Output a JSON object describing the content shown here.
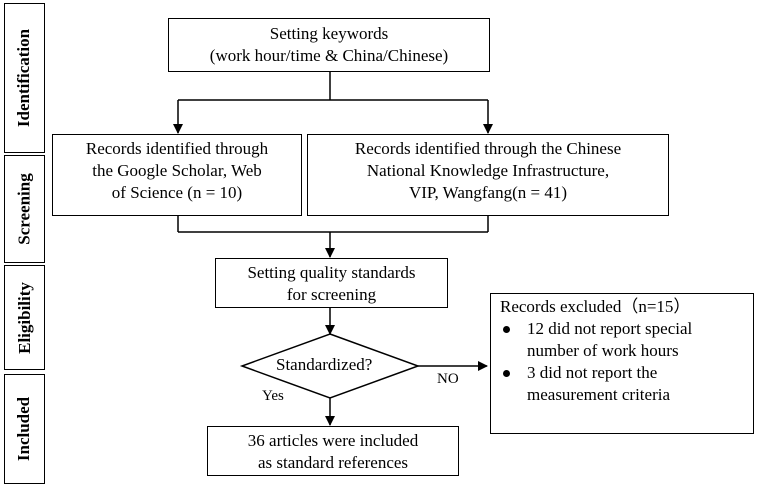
{
  "stages": [
    "Identification",
    "Screening",
    "Eligibility",
    "Included"
  ],
  "keywords_box": {
    "lines": [
      "Setting keywords",
      "(work hour/time & China/Chinese)"
    ]
  },
  "records_left": {
    "lines": [
      "Records identified through",
      "the Google Scholar, Web",
      "of Science (n = 10)"
    ]
  },
  "records_right": {
    "lines": [
      "Records identified through the Chinese",
      "National Knowledge Infrastructure,",
      "VIP, Wangfang(n = 41)"
    ]
  },
  "quality_box": {
    "lines": [
      "Setting quality standards",
      "for screening"
    ]
  },
  "decision": {
    "label": "Standardized?",
    "yes": "Yes",
    "no": "NO"
  },
  "excluded": {
    "title": "Records excluded（n=15）",
    "items": [
      [
        "12 did not report special",
        "number of work hours"
      ],
      [
        "3 did not  report the",
        "measurement criteria"
      ]
    ]
  },
  "included_box": {
    "lines": [
      "36 articles were included",
      "as standard references"
    ]
  }
}
